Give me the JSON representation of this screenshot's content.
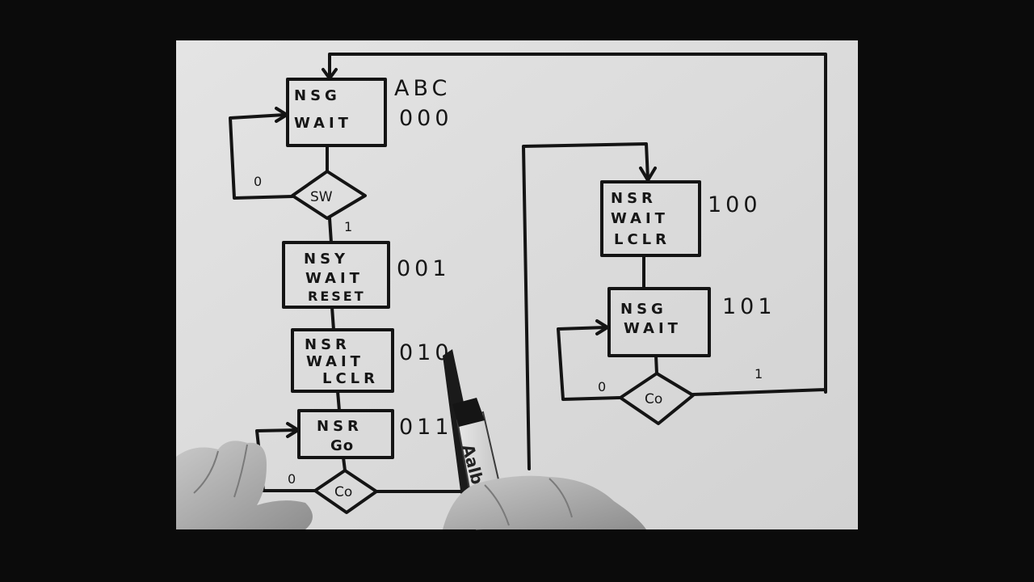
{
  "diagram": {
    "header": "ABC",
    "states": [
      {
        "id": "s000",
        "lines": [
          "NSG",
          "WAIT"
        ],
        "code": "000"
      },
      {
        "id": "s001",
        "lines": [
          "NSY",
          "WAIT",
          "RESET"
        ],
        "code": "001"
      },
      {
        "id": "s010",
        "lines": [
          "NSR",
          "WAIT",
          "LCLR"
        ],
        "code": "010"
      },
      {
        "id": "s011",
        "lines": [
          "NSR",
          "Go"
        ],
        "code": "011"
      },
      {
        "id": "s100",
        "lines": [
          "NSR",
          "WAIT",
          "LCLR"
        ],
        "code": "100"
      },
      {
        "id": "s101",
        "lines": [
          "NSG",
          "WAIT"
        ],
        "code": "101"
      }
    ],
    "decisions": [
      {
        "id": "d_sw",
        "label": "SW",
        "zero": "0",
        "one": "1"
      },
      {
        "id": "d_co1",
        "label": "Co",
        "zero": "0"
      },
      {
        "id": "d_co2",
        "label": "Co",
        "zero": "0",
        "one": "1"
      }
    ]
  },
  "pen_label": "Aalb"
}
